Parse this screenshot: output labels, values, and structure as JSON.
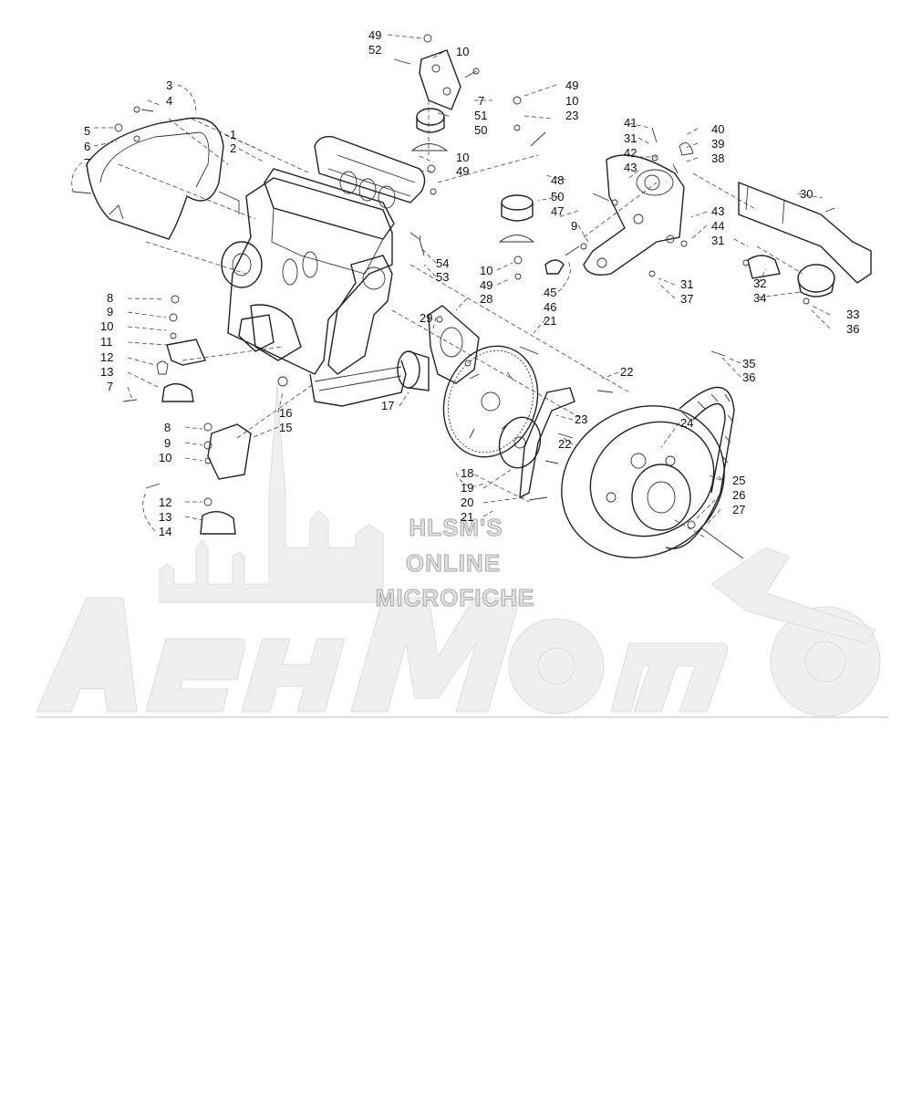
{
  "watermark": {
    "lines": [
      "HLSM'S",
      "ONLINE",
      "MICROFICHE"
    ],
    "logo_text": "АенМото",
    "colors": {
      "fill": "#efefef",
      "stroke": "#dcdcdc",
      "text": "#a8a8a8"
    }
  },
  "callouts": [
    "49",
    "52",
    "10",
    "3",
    "4",
    "49",
    "10",
    "7",
    "23",
    "51",
    "50",
    "5",
    "6",
    "41",
    "40",
    "31",
    "39",
    "7",
    "10",
    "1",
    "2",
    "49",
    "42",
    "43",
    "38",
    "48",
    "30",
    "50",
    "47",
    "43",
    "9",
    "44",
    "54",
    "53",
    "31",
    "10",
    "49",
    "45",
    "28",
    "32",
    "34",
    "46",
    "8",
    "31",
    "37",
    "29",
    "21",
    "9",
    "10",
    "33",
    "36",
    "11",
    "12",
    "13",
    "7",
    "22",
    "35",
    "36",
    "17",
    "16",
    "15",
    "23",
    "8",
    "9",
    "10",
    "22",
    "24",
    "18",
    "19",
    "25",
    "26",
    "12",
    "20",
    "27",
    "13",
    "21",
    "14"
  ],
  "colors": {
    "ink": "#222222",
    "paper": "#ffffff"
  }
}
